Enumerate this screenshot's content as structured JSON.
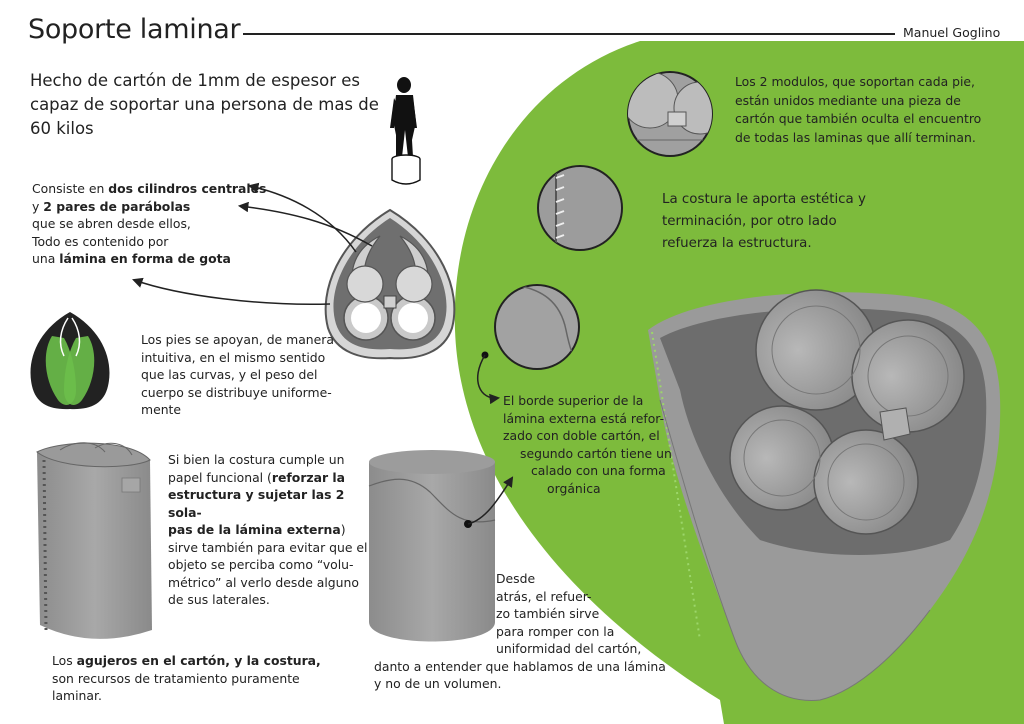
{
  "header": {
    "title": "Soporte laminar",
    "author": "Manuel Goglino"
  },
  "intro": {
    "text": "Hecho de cartón de 1mm de espesor es capaz de soportar una persona de mas de 60 kilos"
  },
  "structure_note": {
    "l1_pre": "Consiste en ",
    "l1_bold": "dos cilindros centrales",
    "l2_pre": "y ",
    "l2_bold": "2 pares de parábolas",
    "l3": "que se abren desde ellos,",
    "l4": "Todo es contenido por",
    "l5_pre": "una ",
    "l5_bold": "lámina en forma de gota"
  },
  "feet_note": {
    "lines": [
      "Los pies se apoyan, de manera",
      "intuitiva, en el mismo sentido",
      "que las curvas, y el peso del",
      "cuerpo se distribuye uniforme-",
      "mente"
    ]
  },
  "seam_note": {
    "l1": "Si bien la costura cumple un",
    "l2_pre": "papel funcional (",
    "l2_bold": "reforzar la",
    "l3_bold": "estructura y sujetar las 2 sola-",
    "l4_bold": "pas de la lámina externa",
    "l4_post": ")",
    "l5": "sirve también para evitar que el",
    "l6": "objeto se perciba como “volu-",
    "l7": "métrico” al verlo desde alguno",
    "l8": "de sus laterales."
  },
  "holes_note": {
    "l1_pre": "Los ",
    "l1_bold": "agujeros en el cartón, y la costura,",
    "l2": "son recursos de tratamiento puramente",
    "l3": "laminar."
  },
  "back_note": {
    "lines": [
      "Desde",
      "atrás, el refuer-",
      "zo también sirve",
      "para romper con la",
      "uniformidad del cartón,",
      "danto a entender que hablamos de una lámina",
      "y no de un volumen."
    ]
  },
  "modules_note": {
    "lines": [
      "Los 2 modulos, que soportan cada pie,",
      "están unidos mediante una pieza de",
      "cartón que también oculta el encuentro",
      "de todas las laminas que allí terminan."
    ]
  },
  "seam_benefit_note": {
    "lines": [
      "La costura le aporta estética y",
      "terminación, por otro lado",
      "refuerza la estructura."
    ]
  },
  "edge_note": {
    "lines": [
      "El borde superior de la",
      "lámina externa está refor-",
      "zado con doble cartón, el",
      "segundo cartón tiene un",
      "calado con una forma",
      "orgánica"
    ]
  },
  "colors": {
    "accent_green": "#7dbb3c",
    "cardboard_gray": "#9a9a9a",
    "ink": "#222222"
  }
}
